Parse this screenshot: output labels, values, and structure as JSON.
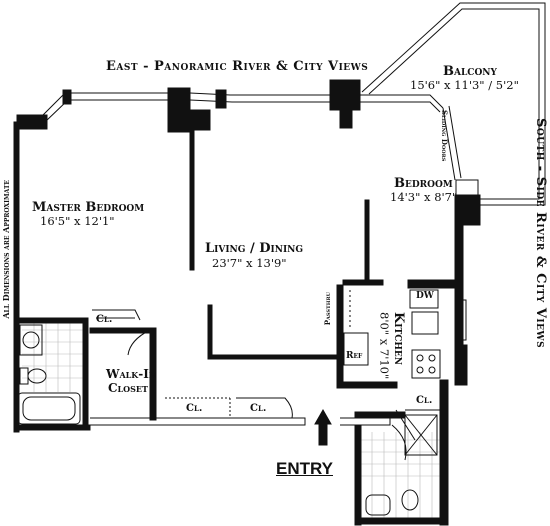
{
  "views": {
    "east": "East - Panoramic River & City Views",
    "south": "South - Side River & City Views"
  },
  "note": "All Dimensions are Approximate",
  "rooms": {
    "balcony": {
      "name": "Balcony",
      "dims": "15'6\" x 11'3\" / 5'2\""
    },
    "master_bedroom": {
      "name": "Master Bedroom",
      "dims": "16'5\" x 12'1\""
    },
    "bedroom": {
      "name": "Bedroom",
      "dims": "14'3\" x 8'7\""
    },
    "living_dining": {
      "name": "Living / Dining",
      "dims": "23'7\" x 13'9\""
    },
    "kitchen": {
      "name": "Kitchen",
      "dims": "8'0\" x 7'10\""
    },
    "walk_in_closet": {
      "name_line1": "Walk-In",
      "name_line2": "Closet"
    }
  },
  "labels": {
    "closet": "Cl.",
    "sliding_doors": "Sliding Doors",
    "passthru": "Passthru",
    "dw": "DW",
    "ref": "Ref",
    "entry": "ENTRY"
  }
}
